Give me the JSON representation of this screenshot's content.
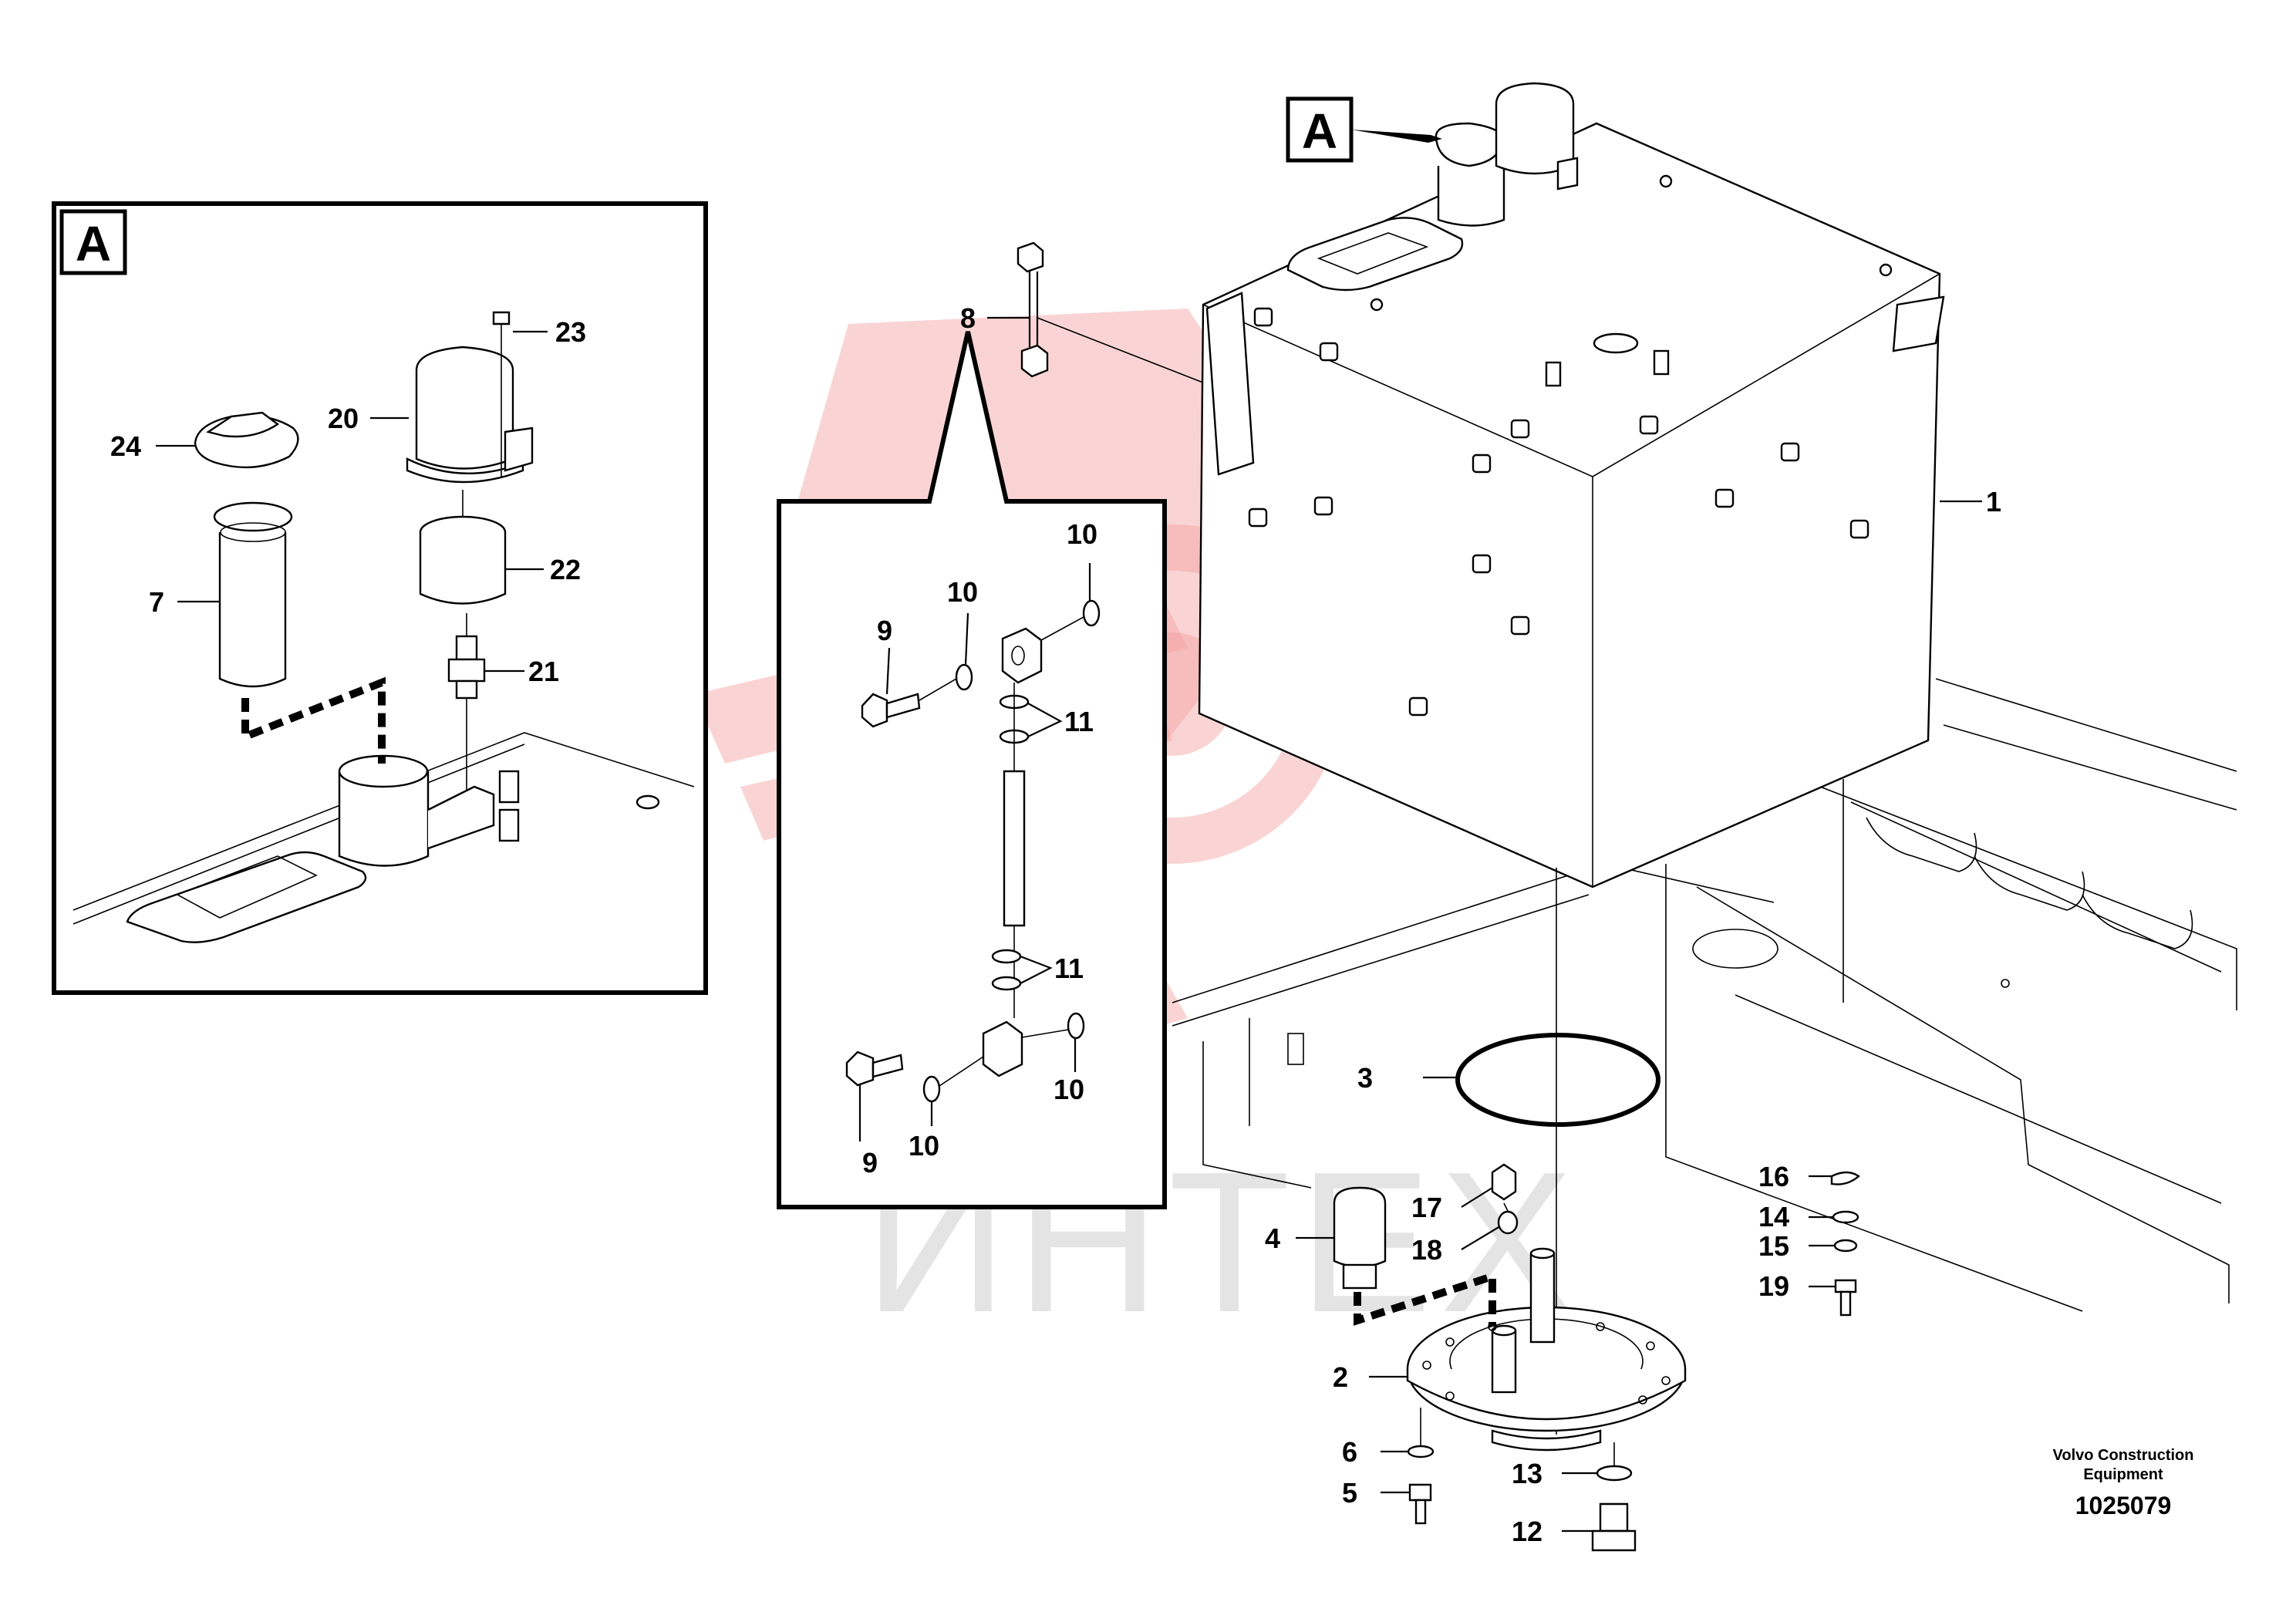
{
  "view_label": "A",
  "callouts": [
    {
      "id": "c1",
      "text": "1"
    },
    {
      "id": "c2",
      "text": "2"
    },
    {
      "id": "c3",
      "text": "3"
    },
    {
      "id": "c4",
      "text": "4"
    },
    {
      "id": "c5",
      "text": "5"
    },
    {
      "id": "c6",
      "text": "6"
    },
    {
      "id": "c7",
      "text": "7"
    },
    {
      "id": "c8",
      "text": "8"
    },
    {
      "id": "c9a",
      "text": "9"
    },
    {
      "id": "c9b",
      "text": "9"
    },
    {
      "id": "c10a",
      "text": "10"
    },
    {
      "id": "c10b",
      "text": "10"
    },
    {
      "id": "c10c",
      "text": "10"
    },
    {
      "id": "c10d",
      "text": "10"
    },
    {
      "id": "c11a",
      "text": "11"
    },
    {
      "id": "c11b",
      "text": "11"
    },
    {
      "id": "c12",
      "text": "12"
    },
    {
      "id": "c13",
      "text": "13"
    },
    {
      "id": "c14",
      "text": "14"
    },
    {
      "id": "c15",
      "text": "15"
    },
    {
      "id": "c16",
      "text": "16"
    },
    {
      "id": "c17",
      "text": "17"
    },
    {
      "id": "c18",
      "text": "18"
    },
    {
      "id": "c19",
      "text": "19"
    },
    {
      "id": "c20",
      "text": "20"
    },
    {
      "id": "c21",
      "text": "21"
    },
    {
      "id": "c22",
      "text": "22"
    },
    {
      "id": "c23",
      "text": "23"
    },
    {
      "id": "c24",
      "text": "24"
    }
  ],
  "watermark_text": "ИНТЕХ",
  "corner": {
    "brand_line1": "Volvo Construction",
    "brand_line2": "Equipment",
    "drawing_number": "1025079"
  }
}
